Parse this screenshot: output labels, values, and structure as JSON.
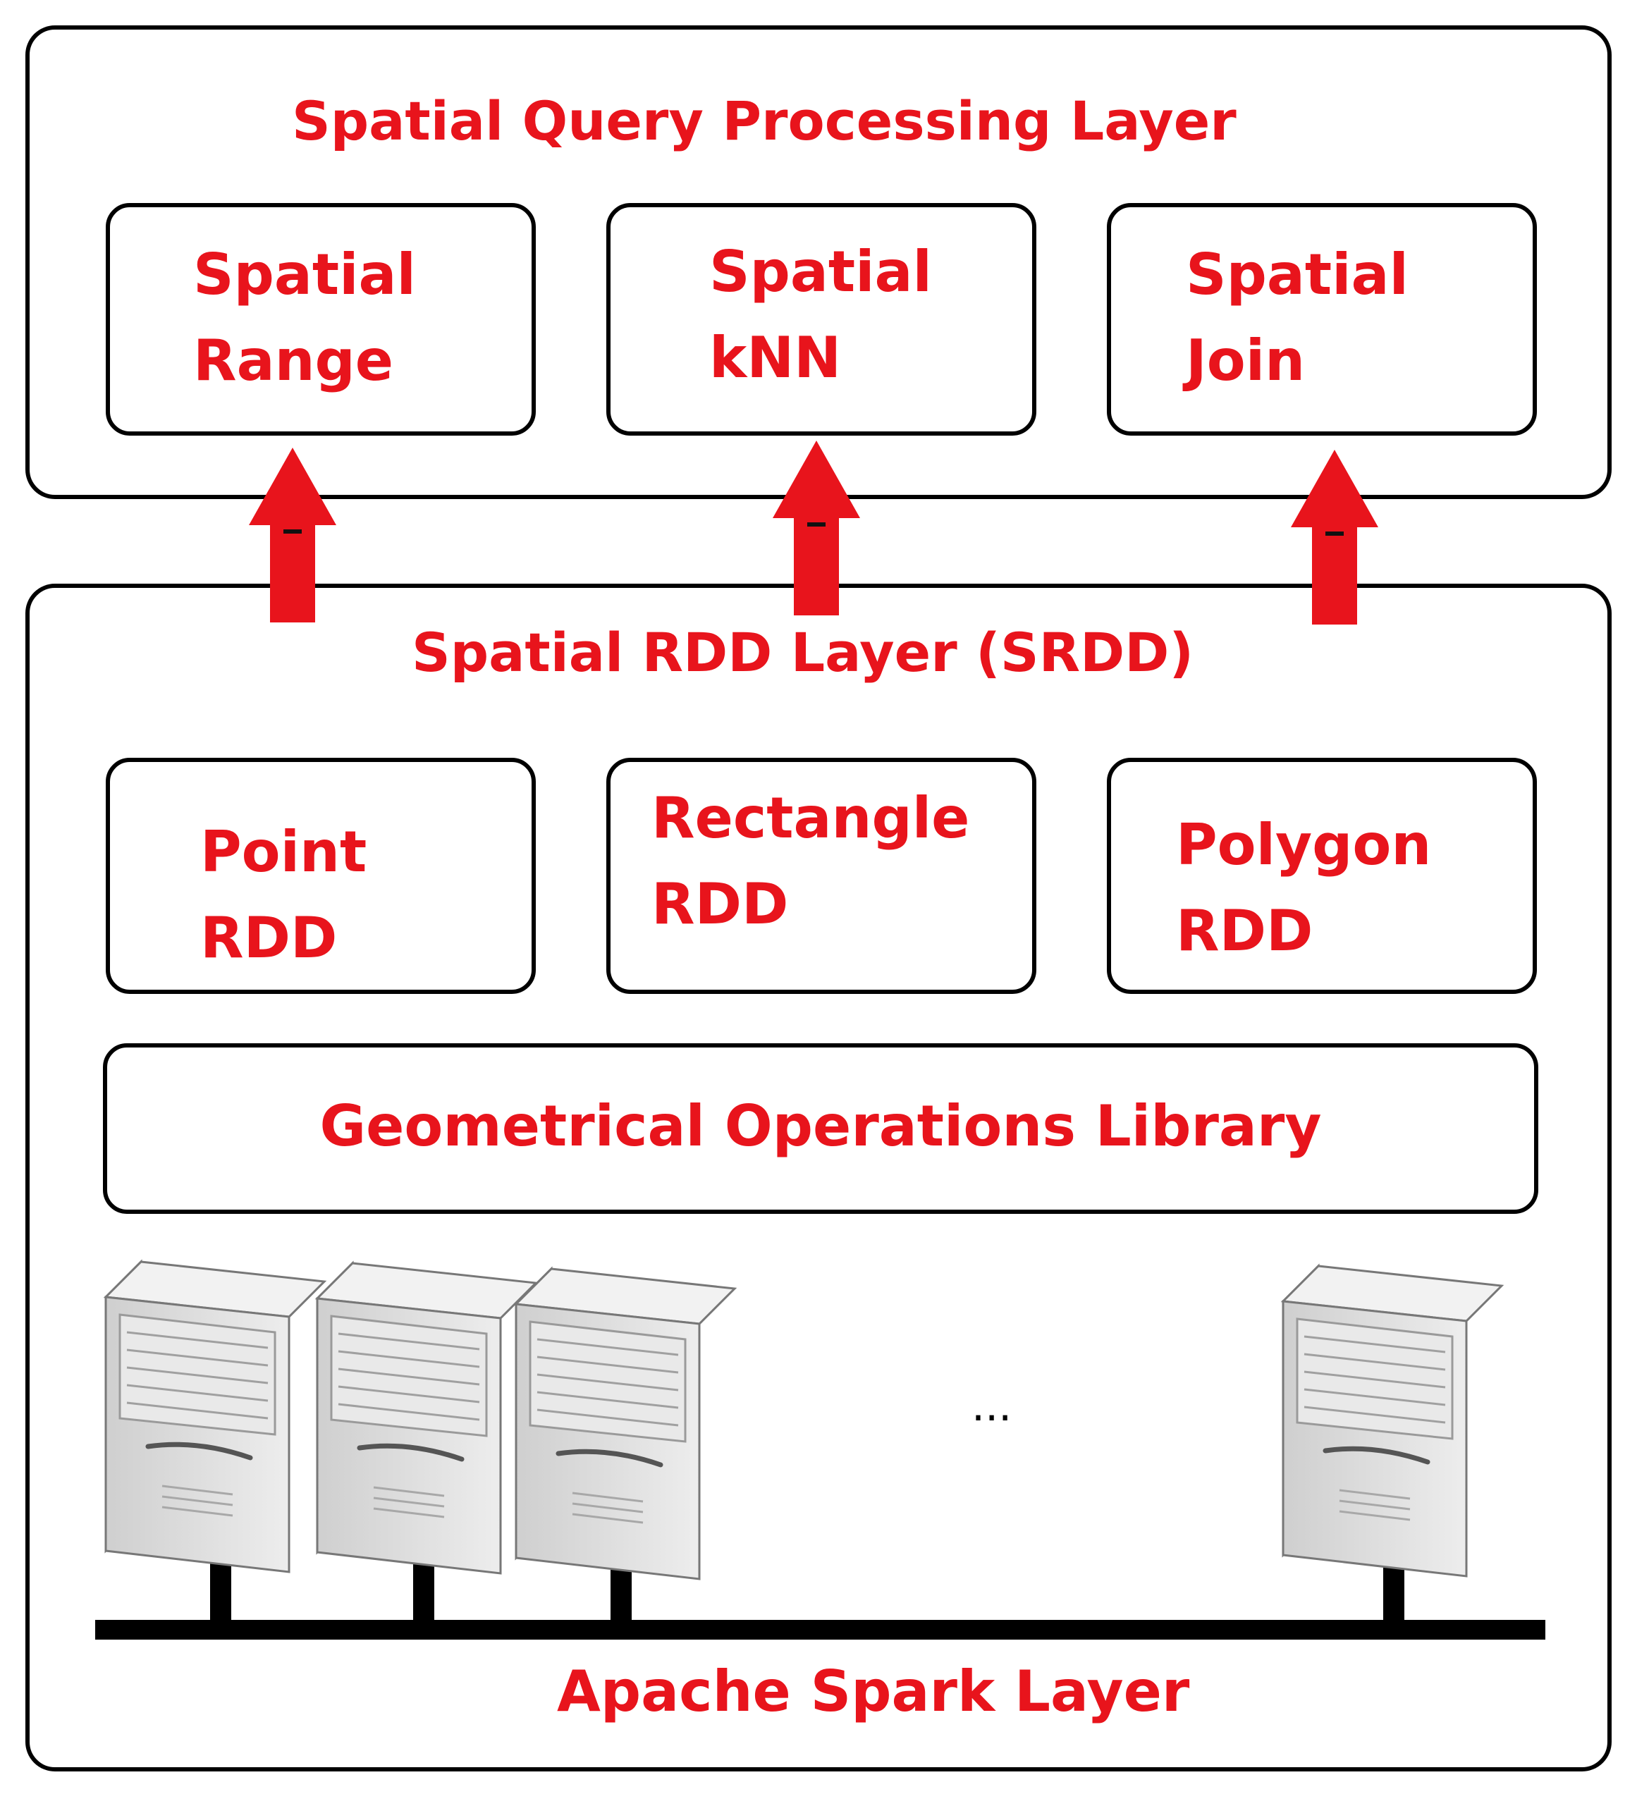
{
  "query_layer": {
    "title": "Spatial Query Processing Layer",
    "boxes": [
      {
        "line1": "Spatial",
        "line2": "Range"
      },
      {
        "line1": "Spatial",
        "line2": "kNN"
      },
      {
        "line1": "Spatial",
        "line2": "Join"
      }
    ]
  },
  "srdd_layer": {
    "title": "Spatial RDD Layer (SRDD)",
    "boxes": [
      {
        "line1": "Point",
        "line2": "RDD"
      },
      {
        "line1": "Rectangle",
        "line2": "RDD"
      },
      {
        "line1": "Polygon",
        "line2": "RDD"
      }
    ],
    "library": "Geometrical Operations Library"
  },
  "spark_layer": {
    "title": "Apache Spark Layer",
    "ellipsis": "..."
  },
  "colors": {
    "label": "#e8141c",
    "arrow": "#e8141c",
    "border": "#000000",
    "server_light": "#e6e6e6",
    "server_dark": "#b8b8b8"
  },
  "icons": [
    "up-arrow-icon",
    "server-icon"
  ]
}
